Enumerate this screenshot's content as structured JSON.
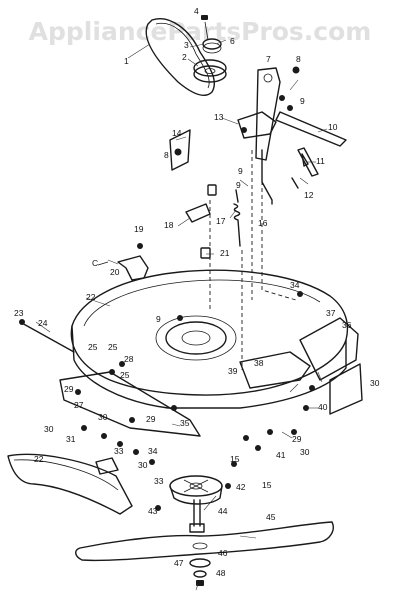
{
  "watermark": "AppliancePartsPros.com",
  "callouts": [
    {
      "id": "c1",
      "text": "1"
    },
    {
      "id": "c2",
      "text": "2"
    },
    {
      "id": "c3",
      "text": "3"
    },
    {
      "id": "c4",
      "text": "4"
    },
    {
      "id": "c6",
      "text": "6"
    },
    {
      "id": "c7",
      "text": "7"
    },
    {
      "id": "c8a",
      "text": "8"
    },
    {
      "id": "c8b",
      "text": "8"
    },
    {
      "id": "c9a",
      "text": "9"
    },
    {
      "id": "c9b",
      "text": "9"
    },
    {
      "id": "c9c",
      "text": "9"
    },
    {
      "id": "c10",
      "text": "10"
    },
    {
      "id": "c11",
      "text": "11"
    },
    {
      "id": "c12",
      "text": "12"
    },
    {
      "id": "c13",
      "text": "13"
    },
    {
      "id": "c14",
      "text": "14"
    },
    {
      "id": "c15a",
      "text": "15"
    },
    {
      "id": "c15b",
      "text": "15"
    },
    {
      "id": "c16",
      "text": "16"
    },
    {
      "id": "c17",
      "text": "17"
    },
    {
      "id": "c18",
      "text": "18"
    },
    {
      "id": "c19",
      "text": "19"
    },
    {
      "id": "cC",
      "text": "C"
    },
    {
      "id": "c20",
      "text": "20"
    },
    {
      "id": "c21",
      "text": "21"
    },
    {
      "id": "c22a",
      "text": "22"
    },
    {
      "id": "c22b",
      "text": "22"
    },
    {
      "id": "c23",
      "text": "23"
    },
    {
      "id": "c24",
      "text": "24"
    },
    {
      "id": "c25a",
      "text": "25"
    },
    {
      "id": "c25b",
      "text": "25"
    },
    {
      "id": "c25c",
      "text": "25"
    },
    {
      "id": "c27",
      "text": "27"
    },
    {
      "id": "c28",
      "text": "28"
    },
    {
      "id": "c29a",
      "text": "29"
    },
    {
      "id": "c29b",
      "text": "29"
    },
    {
      "id": "c29c",
      "text": "29"
    },
    {
      "id": "c30a",
      "text": "30"
    },
    {
      "id": "c30b",
      "text": "30"
    },
    {
      "id": "c30c",
      "text": "30"
    },
    {
      "id": "c30d",
      "text": "30"
    },
    {
      "id": "c30e",
      "text": "30"
    },
    {
      "id": "c31",
      "text": "31"
    },
    {
      "id": "c33a",
      "text": "33"
    },
    {
      "id": "c33b",
      "text": "33"
    },
    {
      "id": "c34a",
      "text": "34"
    },
    {
      "id": "c34b",
      "text": "34"
    },
    {
      "id": "c35",
      "text": "35"
    },
    {
      "id": "c36",
      "text": "36"
    },
    {
      "id": "c37",
      "text": "37"
    },
    {
      "id": "c38",
      "text": "38"
    },
    {
      "id": "c39",
      "text": "39"
    },
    {
      "id": "c40",
      "text": "40"
    },
    {
      "id": "c41",
      "text": "41"
    },
    {
      "id": "c42",
      "text": "42"
    },
    {
      "id": "c43",
      "text": "43"
    },
    {
      "id": "c44",
      "text": "44"
    },
    {
      "id": "c45",
      "text": "45"
    },
    {
      "id": "c46",
      "text": "46"
    },
    {
      "id": "c47",
      "text": "47"
    },
    {
      "id": "c48",
      "text": "48"
    },
    {
      "id": "c9d",
      "text": "9"
    }
  ]
}
